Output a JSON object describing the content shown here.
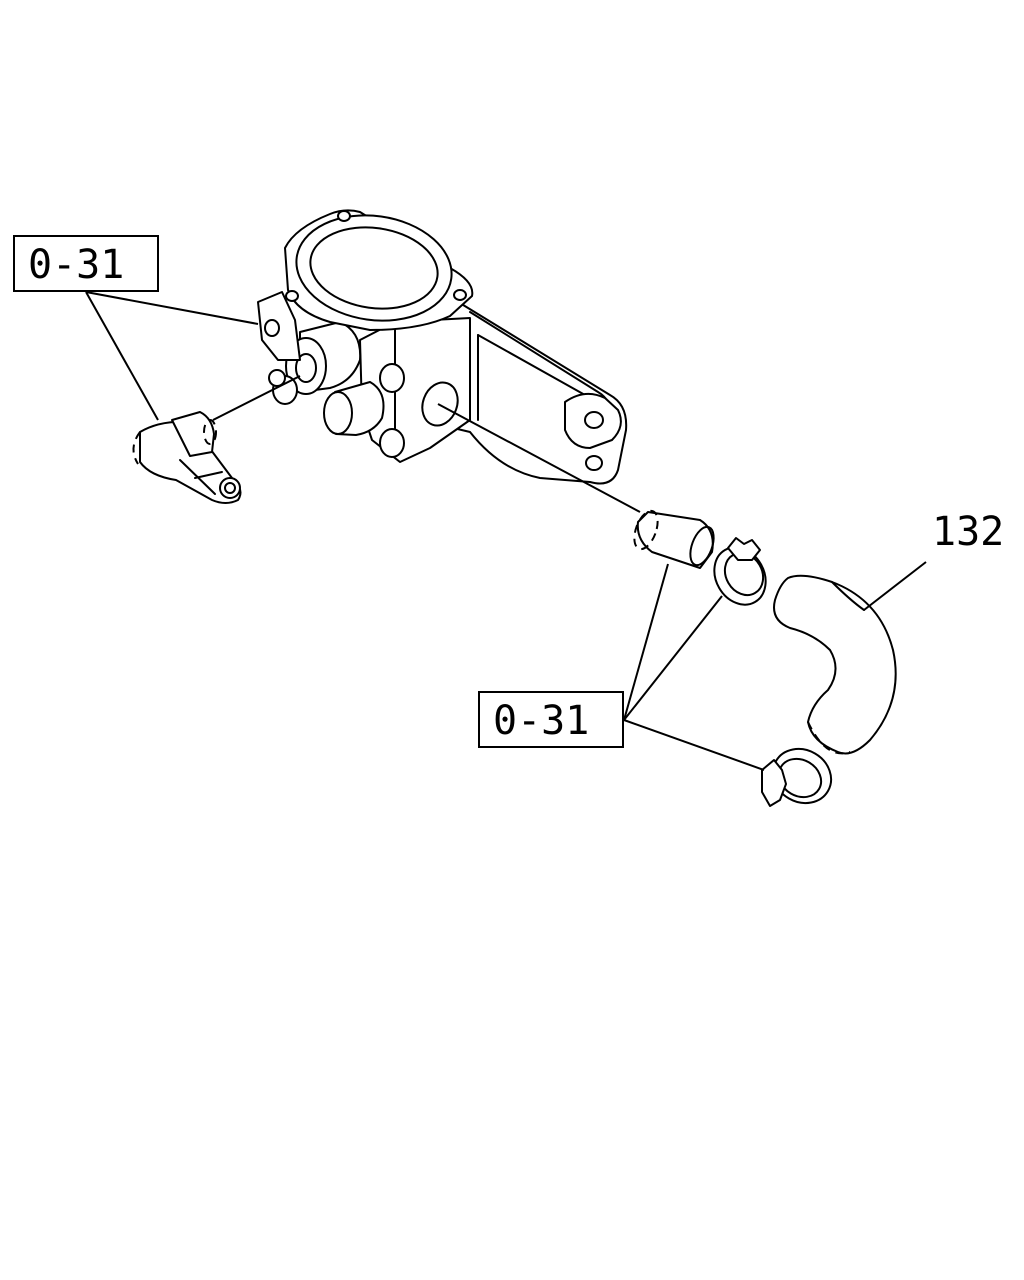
{
  "callouts": {
    "upper_ref": "0-31",
    "lower_ref": "0-31",
    "hose_part_number": "132"
  }
}
